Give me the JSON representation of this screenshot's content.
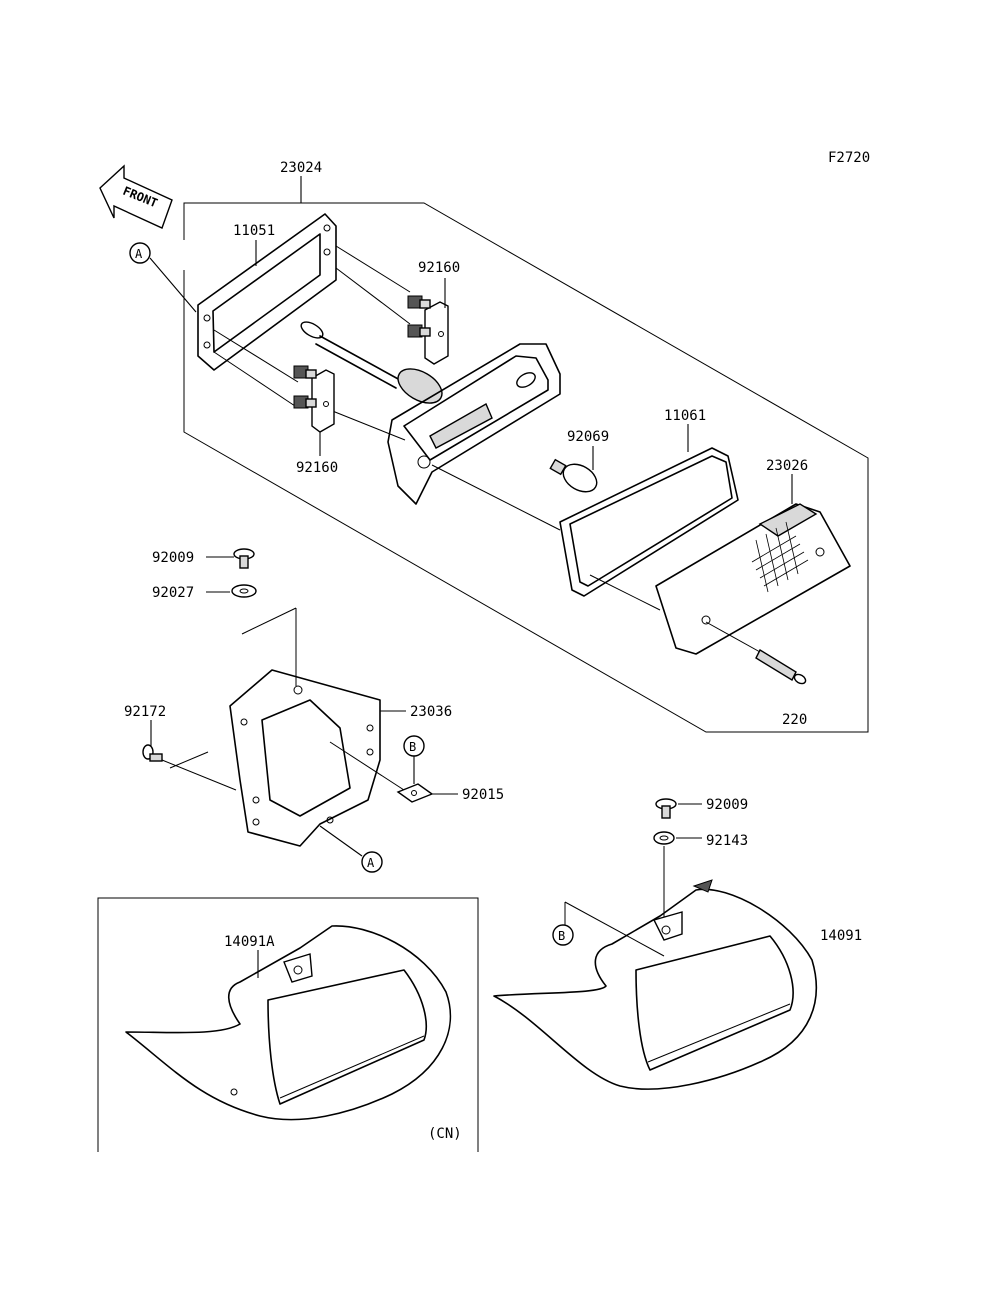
{
  "figure_code": "F2720",
  "front_label": "FRONT",
  "parts": {
    "assembly": "23024",
    "gasket_base": "11051",
    "socket_upper": "92160",
    "socket_lower": "92160",
    "bulb": "92069",
    "gasket_lens": "11061",
    "lens": "23026",
    "screw_lens": "220",
    "screw_top": "92009",
    "washer_top": "92027",
    "bracket": "23036",
    "screw_side": "92172",
    "nut_clip": "92015",
    "screw_cover": "92009",
    "washer_cover": "92143",
    "cover": "14091",
    "cover_cn": "14091A"
  },
  "refs": {
    "a_top": "A",
    "a_bottom": "A",
    "b_clip": "B",
    "b_cover": "B"
  },
  "variant_label": "(CN)"
}
